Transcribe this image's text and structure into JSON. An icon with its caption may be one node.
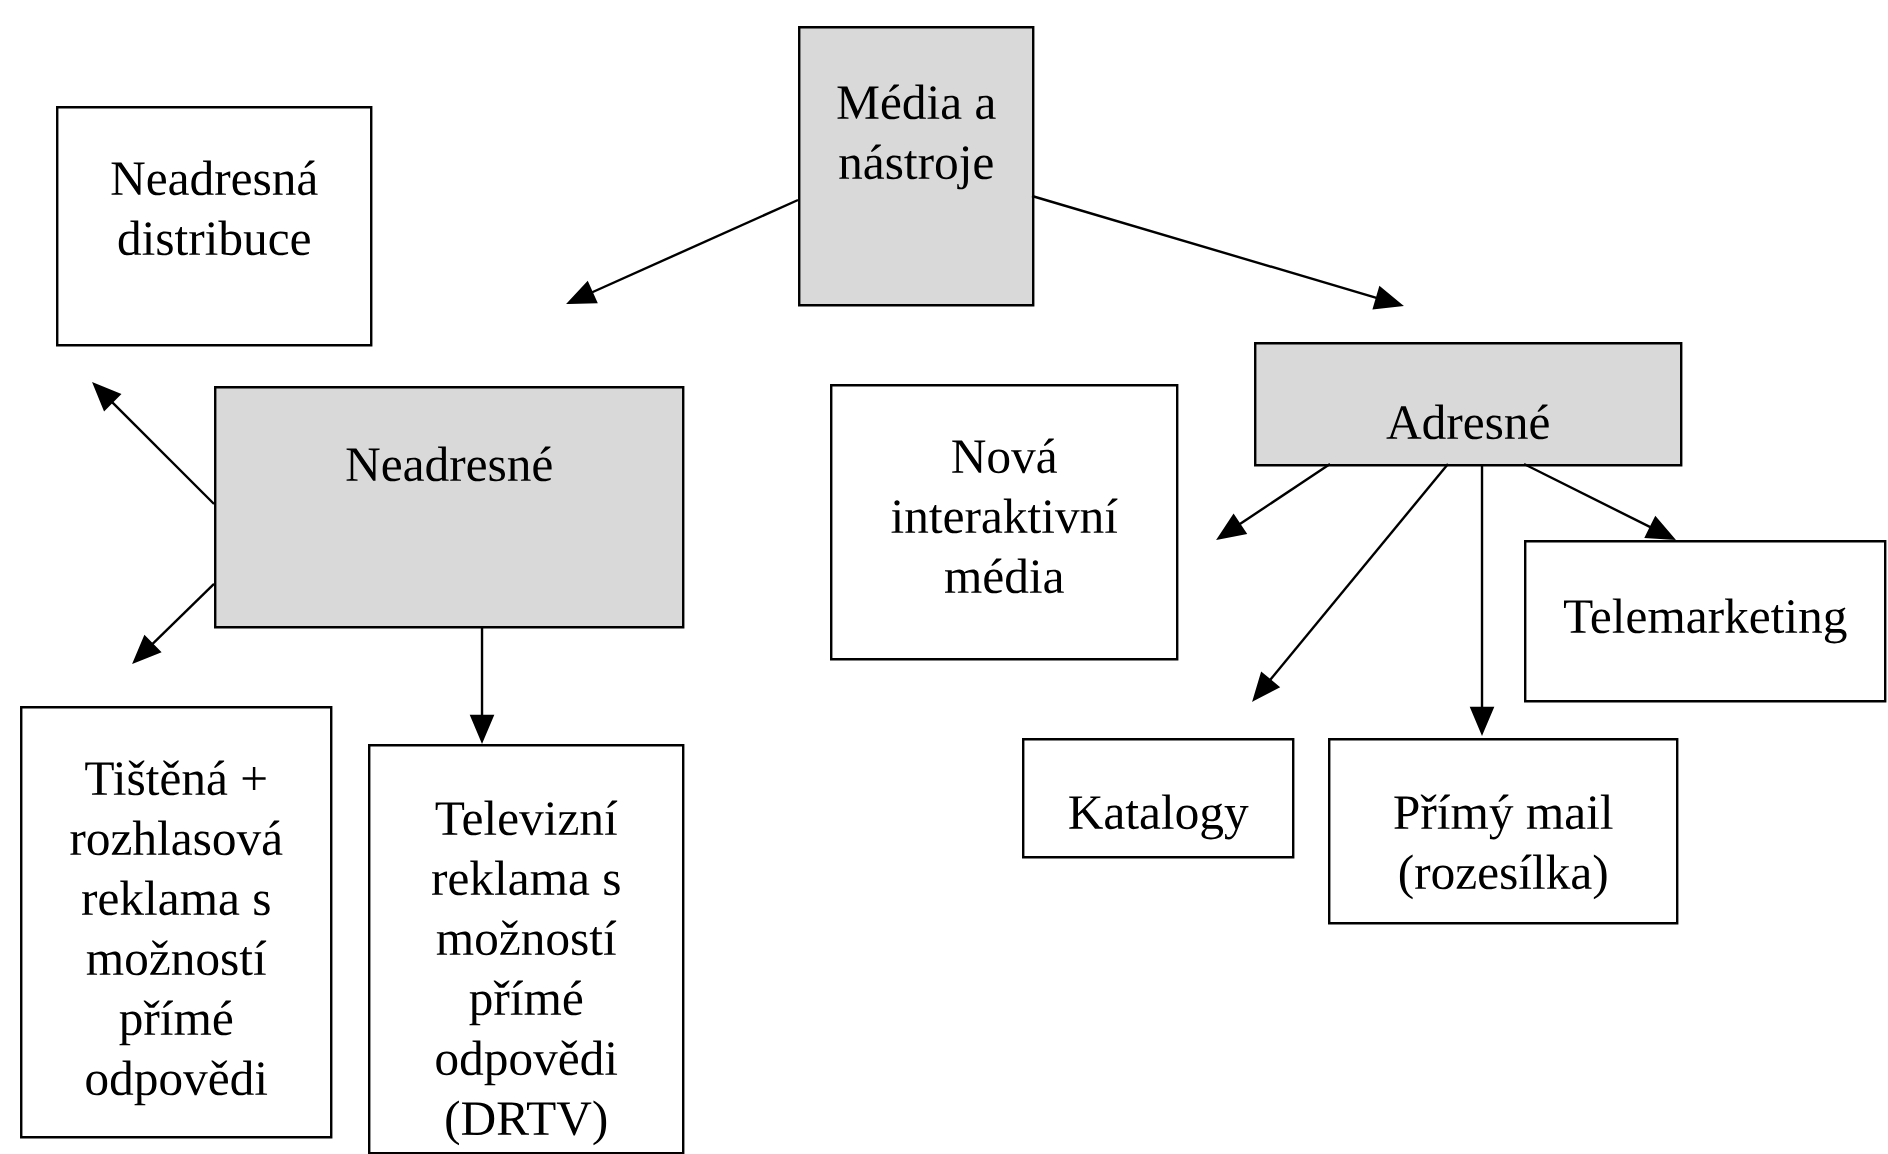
{
  "diagram": {
    "nodes": [
      {
        "text": [
          "Média a nástroje"
        ]
      },
      {
        "text": [
          "Neadresná distribuce"
        ]
      },
      {
        "text": [
          "Neadresné"
        ]
      },
      {
        "text": [
          "Tištěná + rozhlasová reklama s možností přímé odpovědi"
        ]
      },
      {
        "text": [
          "Televizní reklama s možností přímé odpovědi (DRTV)"
        ]
      },
      {
        "text": [
          "Adresné"
        ]
      },
      {
        "text": [
          "Nová interaktivní média"
        ]
      },
      {
        "text": [
          "Telemarketing"
        ]
      },
      {
        "text": [
          "Katalogy"
        ]
      },
      {
        "text": [
          "Přímý mail (rozesílka)"
        ]
      }
    ],
    "edges": [
      {
        "from": 0,
        "to": 2,
        "arrow": "to"
      },
      {
        "from": 0,
        "to": 5,
        "arrow": "to"
      },
      {
        "from": 2,
        "to": 1,
        "arrow": "to"
      },
      {
        "from": 2,
        "to": 3,
        "arrow": "to"
      },
      {
        "from": 2,
        "to": 4,
        "arrow": "to"
      },
      {
        "from": 5,
        "to": 6,
        "arrow": "to"
      },
      {
        "from": 5,
        "to": 8,
        "arrow": "to"
      },
      {
        "from": 5,
        "to": 9,
        "arrow": "to"
      },
      {
        "from": 5,
        "to": 7,
        "arrow": "to"
      }
    ]
  }
}
